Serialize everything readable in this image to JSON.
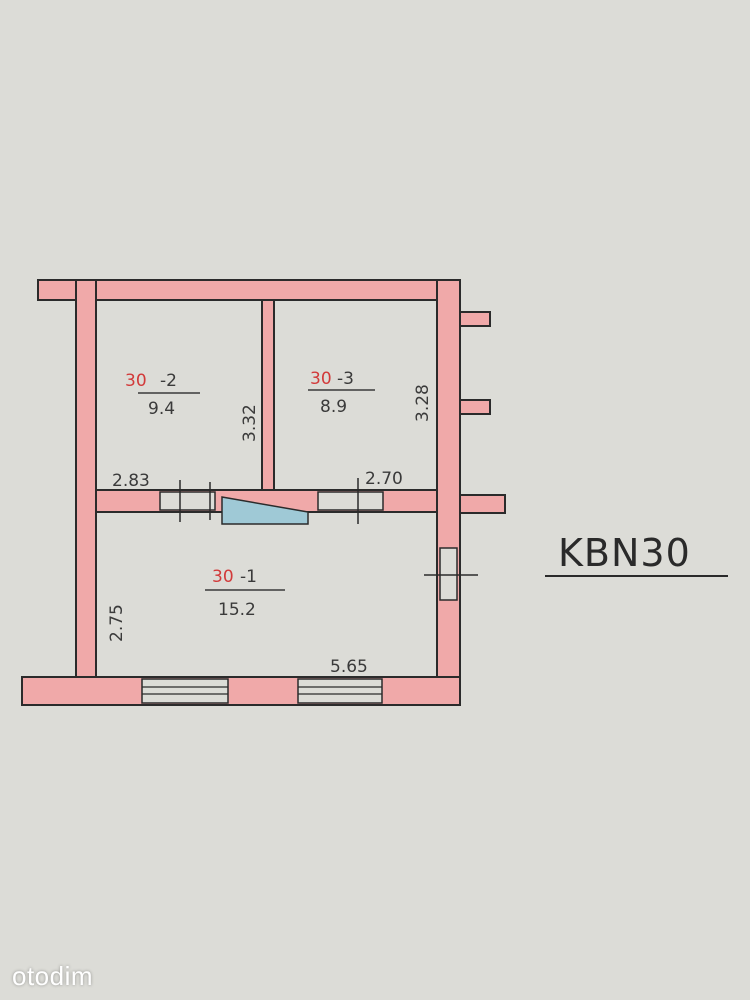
{
  "rooms": [
    {
      "id_prefix": "30",
      "id_suffix": "-2",
      "area": "9.4"
    },
    {
      "id_prefix": "30",
      "id_suffix": "-3",
      "area": "8.9"
    },
    {
      "id_prefix": "30",
      "id_suffix": "-1",
      "area": "15.2"
    }
  ],
  "dimensions": {
    "room2_width": "2.83",
    "room2_height": "3.32",
    "room3_width": "2.70",
    "room3_height": "3.28",
    "room1_height": "2.75",
    "room1_width": "5.65"
  },
  "apartment_label": "KBN30",
  "watermark": "otodim",
  "colors": {
    "wall_fill": "#f0a9a9",
    "wall_stroke": "#2b2b2b",
    "door_fill": "#9fc9d6",
    "room_number": "#d23a3a",
    "paper": "#dcdcd7"
  }
}
